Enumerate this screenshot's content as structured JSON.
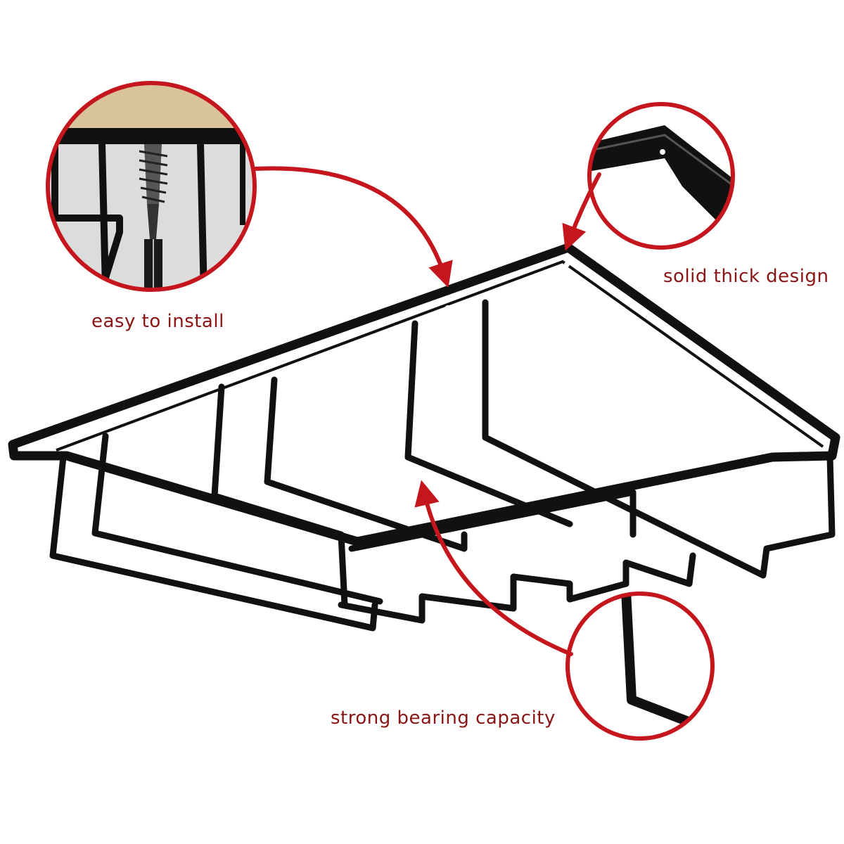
{
  "callouts": {
    "install": {
      "text": "easy to install"
    },
    "thick": {
      "text": "solid thick design"
    },
    "bearing": {
      "text": "strong bearing capacity"
    }
  },
  "colors": {
    "accent": "#c4161c",
    "label": "#8b1414",
    "metal": "#111111",
    "wood": "#d8c39c",
    "callout_bg": "#dcdcdc"
  }
}
